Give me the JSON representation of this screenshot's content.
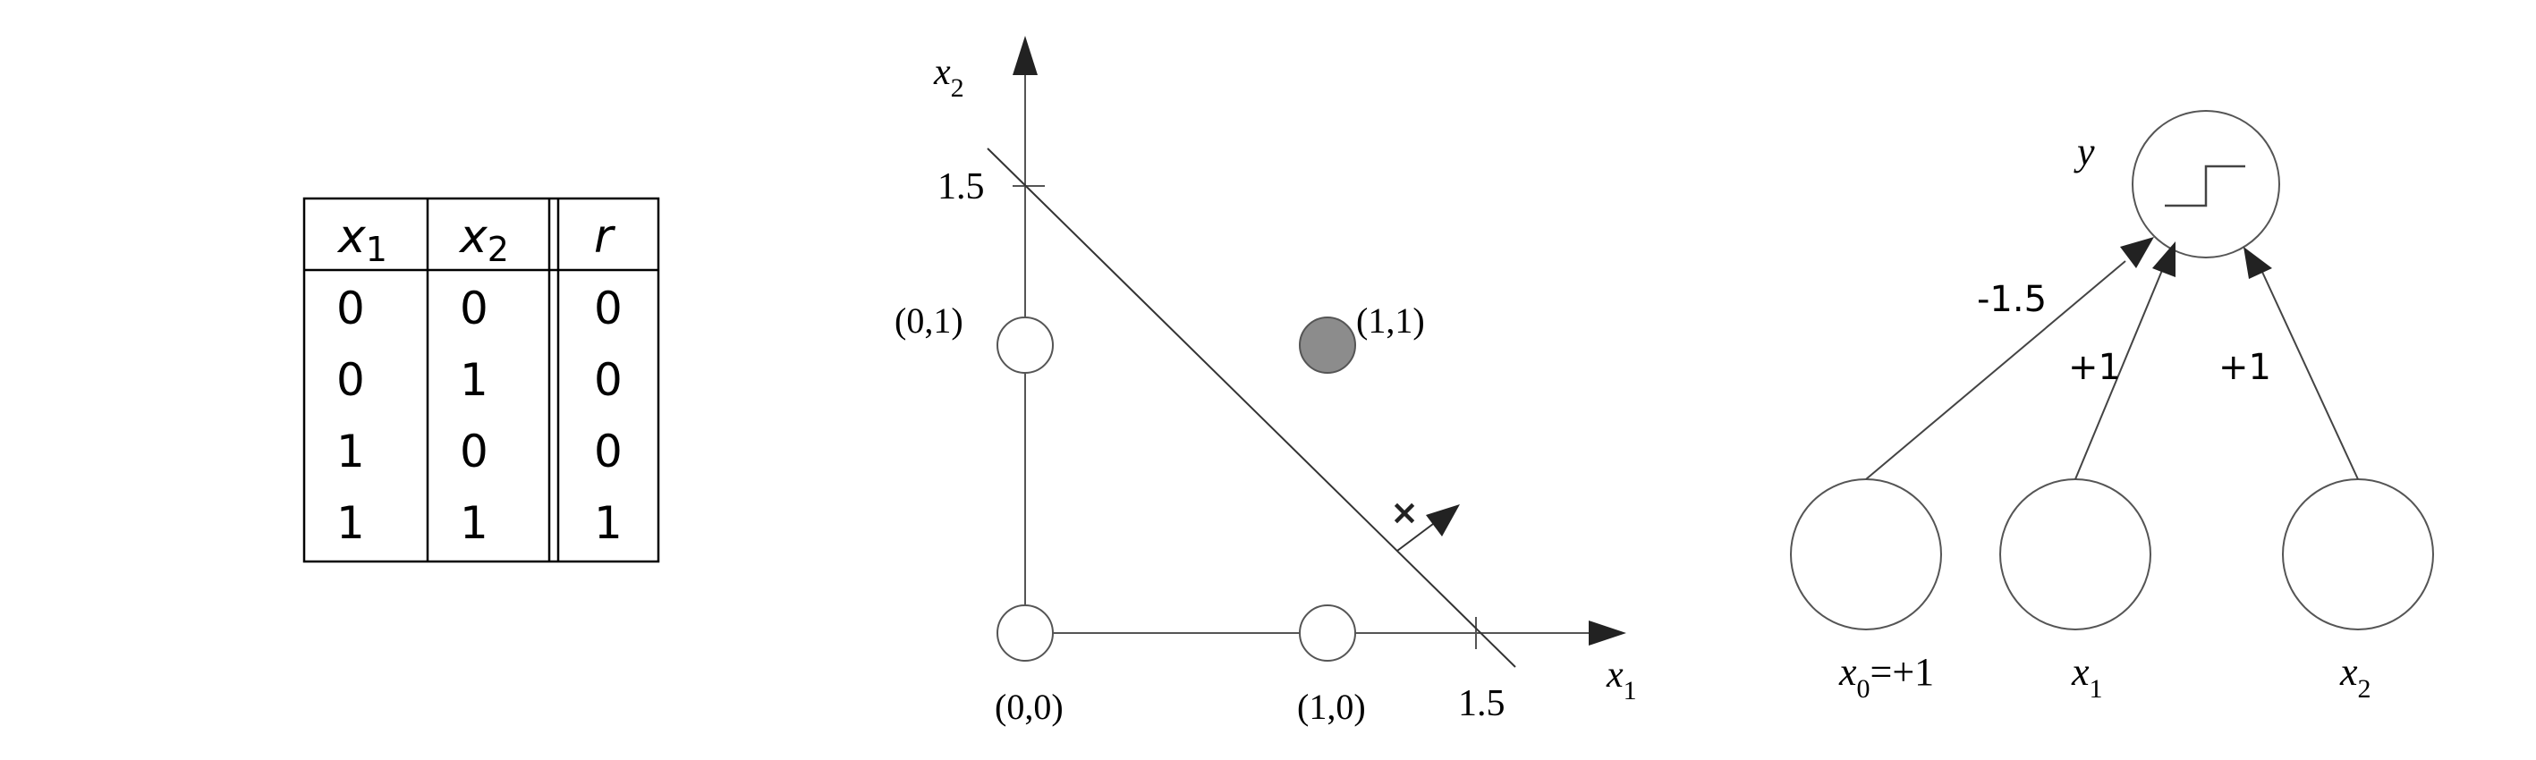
{
  "truth_table": {
    "headers": [
      {
        "base": "x",
        "sub": "1"
      },
      {
        "base": "x",
        "sub": "2"
      },
      {
        "base": "r",
        "sub": ""
      }
    ],
    "rows": [
      [
        "0",
        "0",
        "0"
      ],
      [
        "0",
        "1",
        "0"
      ],
      [
        "1",
        "0",
        "0"
      ],
      [
        "1",
        "1",
        "1"
      ]
    ]
  },
  "plot": {
    "x_axis_label": {
      "base": "x",
      "sub": "1"
    },
    "y_axis_label": {
      "base": "x",
      "sub": "2"
    },
    "x_tick_label": "1.5",
    "y_tick_label": "1.5",
    "points": [
      {
        "label": "(0,0)",
        "x": 0,
        "y": 0,
        "filled": false
      },
      {
        "label": "(1,0)",
        "x": 1,
        "y": 0,
        "filled": false
      },
      {
        "label": "(0,1)",
        "x": 0,
        "y": 1,
        "filled": false
      },
      {
        "label": "(1,1)",
        "x": 1,
        "y": 1,
        "filled": true
      }
    ],
    "boundary": {
      "x_intercept": 1.5,
      "y_intercept": 1.5
    },
    "normal_marker": "×",
    "colors": {
      "filled_point": "#8c8c8c",
      "line": "#333333"
    }
  },
  "network": {
    "output_label": "y",
    "inputs": [
      {
        "base": "x",
        "sub": "0",
        "suffix": "=+1",
        "weight": "-1.5"
      },
      {
        "base": "x",
        "sub": "1",
        "suffix": "",
        "weight": "+1"
      },
      {
        "base": "x",
        "sub": "2",
        "suffix": "",
        "weight": "+1"
      }
    ]
  }
}
